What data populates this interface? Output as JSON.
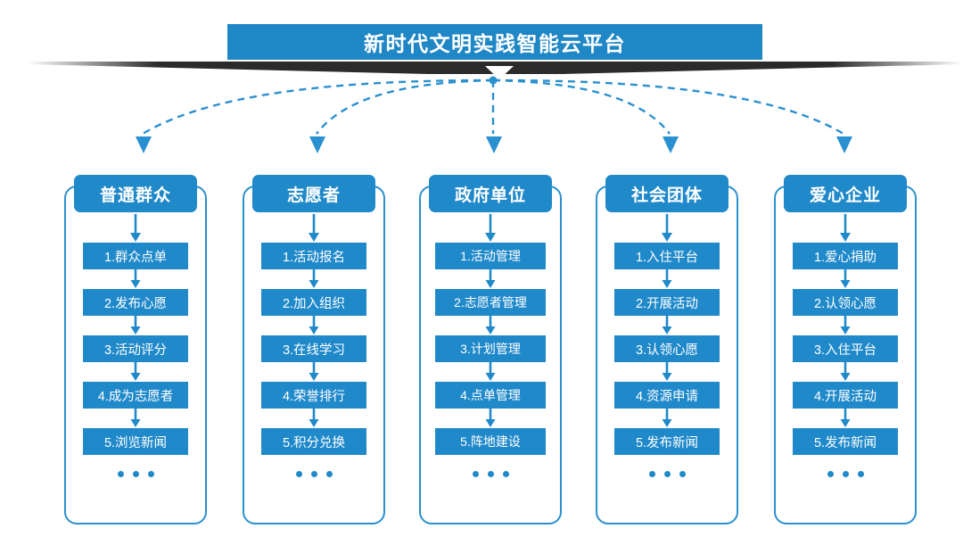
{
  "title": {
    "text": "新时代文明实践智能云平台",
    "banner_color": "#1f87c6",
    "shadow_color": "#2b2b2b",
    "text_color": "#ffffff"
  },
  "theme": {
    "primary": "#2089ca",
    "border": "#2a90cf",
    "background": "#ffffff"
  },
  "columns": [
    {
      "header": "普通群众",
      "steps": [
        "1.群众点单",
        "2.发布心愿",
        "3.活动评分",
        "4.成为志愿者",
        "5.浏览新闻"
      ],
      "more": "..."
    },
    {
      "header": "志愿者",
      "steps": [
        "1.活动报名",
        "2.加入组织",
        "3.在线学习",
        "4.荣誉排行",
        "5.积分兑换"
      ],
      "more": "..."
    },
    {
      "header": "政府单位",
      "steps": [
        "1.活动管理",
        "2.志愿者管理",
        "3.计划管理",
        "4.点单管理",
        "5.阵地建设"
      ],
      "more": "..."
    },
    {
      "header": "社会团体",
      "steps": [
        "1.入住平台",
        "2.开展活动",
        "3.认领心愿",
        "4.资源申请",
        "5.发布新闻"
      ],
      "more": "..."
    },
    {
      "header": "爱心企业",
      "steps": [
        "1.爱心捐助",
        "2.认领心愿",
        "3.入住平台",
        "4.开展活动",
        "5.发布新闻"
      ],
      "more": "..."
    }
  ]
}
